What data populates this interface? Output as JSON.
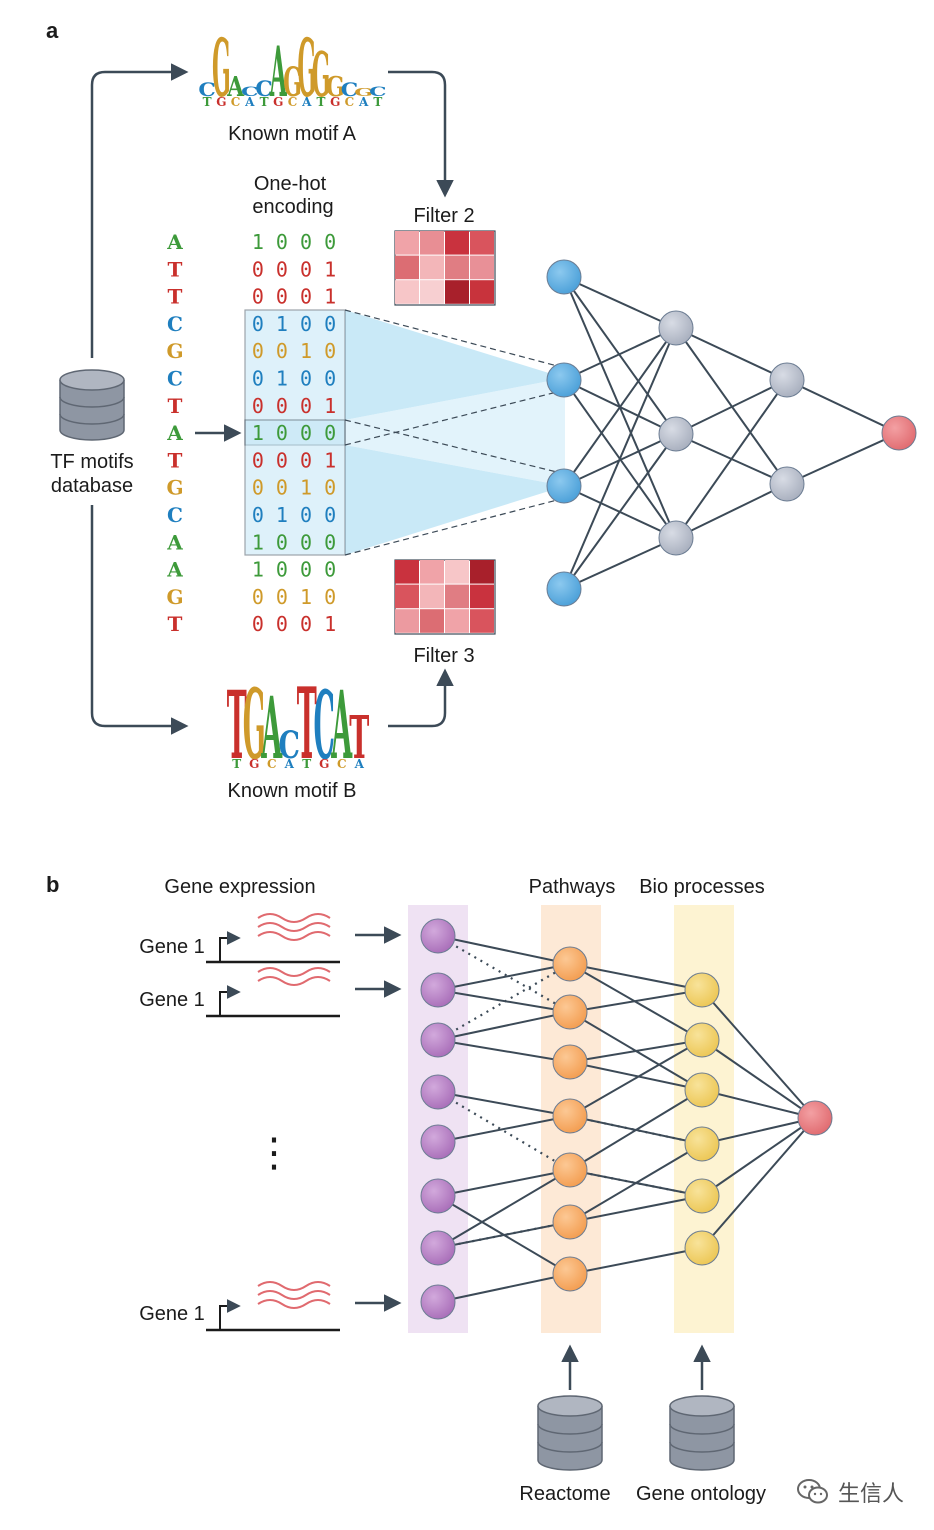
{
  "panel_a": {
    "label": "a",
    "motif_a_label": "Known motif A",
    "motif_b_label": "Known motif B",
    "onehot_title_1": "One-hot",
    "onehot_title_2": "encoding",
    "filter_2_label": "Filter 2",
    "filter_3_label": "Filter 3",
    "db_label_1": "TF motifs",
    "db_label_2": "database",
    "sequence": [
      "A",
      "T",
      "T",
      "C",
      "G",
      "C",
      "T",
      "A",
      "T",
      "G",
      "C",
      "A",
      "A",
      "G",
      "T"
    ],
    "encoding": [
      "1 0 0 0",
      "0 0 0 1",
      "0 0 0 1",
      "0 1 0 0",
      "0 0 1 0",
      "0 1 0 0",
      "0 0 0 1",
      "1 0 0 0",
      "0 0 0 1",
      "0 0 1 0",
      "0 1 0 0",
      "1 0 0 0",
      "1 0 0 0",
      "0 0 1 0",
      "0 0 0 1"
    ],
    "motif_a_letters": "CGACCAGGGGCGC",
    "motif_b_letters": "TGACTCAT",
    "filter_2_colors": [
      "#f0a3a8",
      "#e88e94",
      "#c9323e",
      "#d9545d",
      "#dc6d73",
      "#f3b6b9",
      "#e07d83",
      "#e89097",
      "#f7c6c8",
      "#f7cfd1",
      "#a8202b",
      "#c8333c"
    ],
    "filter_3_colors": [
      "#c9323e",
      "#f0a3a8",
      "#f7c6c8",
      "#a8202b",
      "#d9545d",
      "#f3b6b9",
      "#e07d83",
      "#c9323e",
      "#ec9aa0",
      "#dc6d73",
      "#f0a3a8",
      "#d9545d"
    ],
    "nucleotide_colors": {
      "A": "#3d9a3a",
      "T": "#c9302c",
      "C": "#1f7fbf",
      "G": "#cf9a2a"
    }
  },
  "panel_b": {
    "label": "b",
    "gene_expression_title": "Gene expression",
    "pathways_title": "Pathways",
    "bio_processes_title": "Bio processes",
    "gene_labels": [
      "Gene 1",
      "Gene 1",
      "Gene 1"
    ],
    "ellipsis": "⋮",
    "reactome_label": "Reactome",
    "gene_ontology_label": "Gene ontology"
  },
  "watermark": {
    "icon": "wechat-icon",
    "text": "生信人"
  },
  "colors": {
    "arrow": "#3c4a57",
    "node_blue": "#5aaee3",
    "node_grey": "#b9bfcc",
    "node_red": "#e8787c",
    "node_purple": "#b57ec3",
    "node_orange": "#f6aa63",
    "node_yellow": "#f0d16a",
    "db_grey": "#8e96a3",
    "highlight": "#bfe5f6"
  }
}
